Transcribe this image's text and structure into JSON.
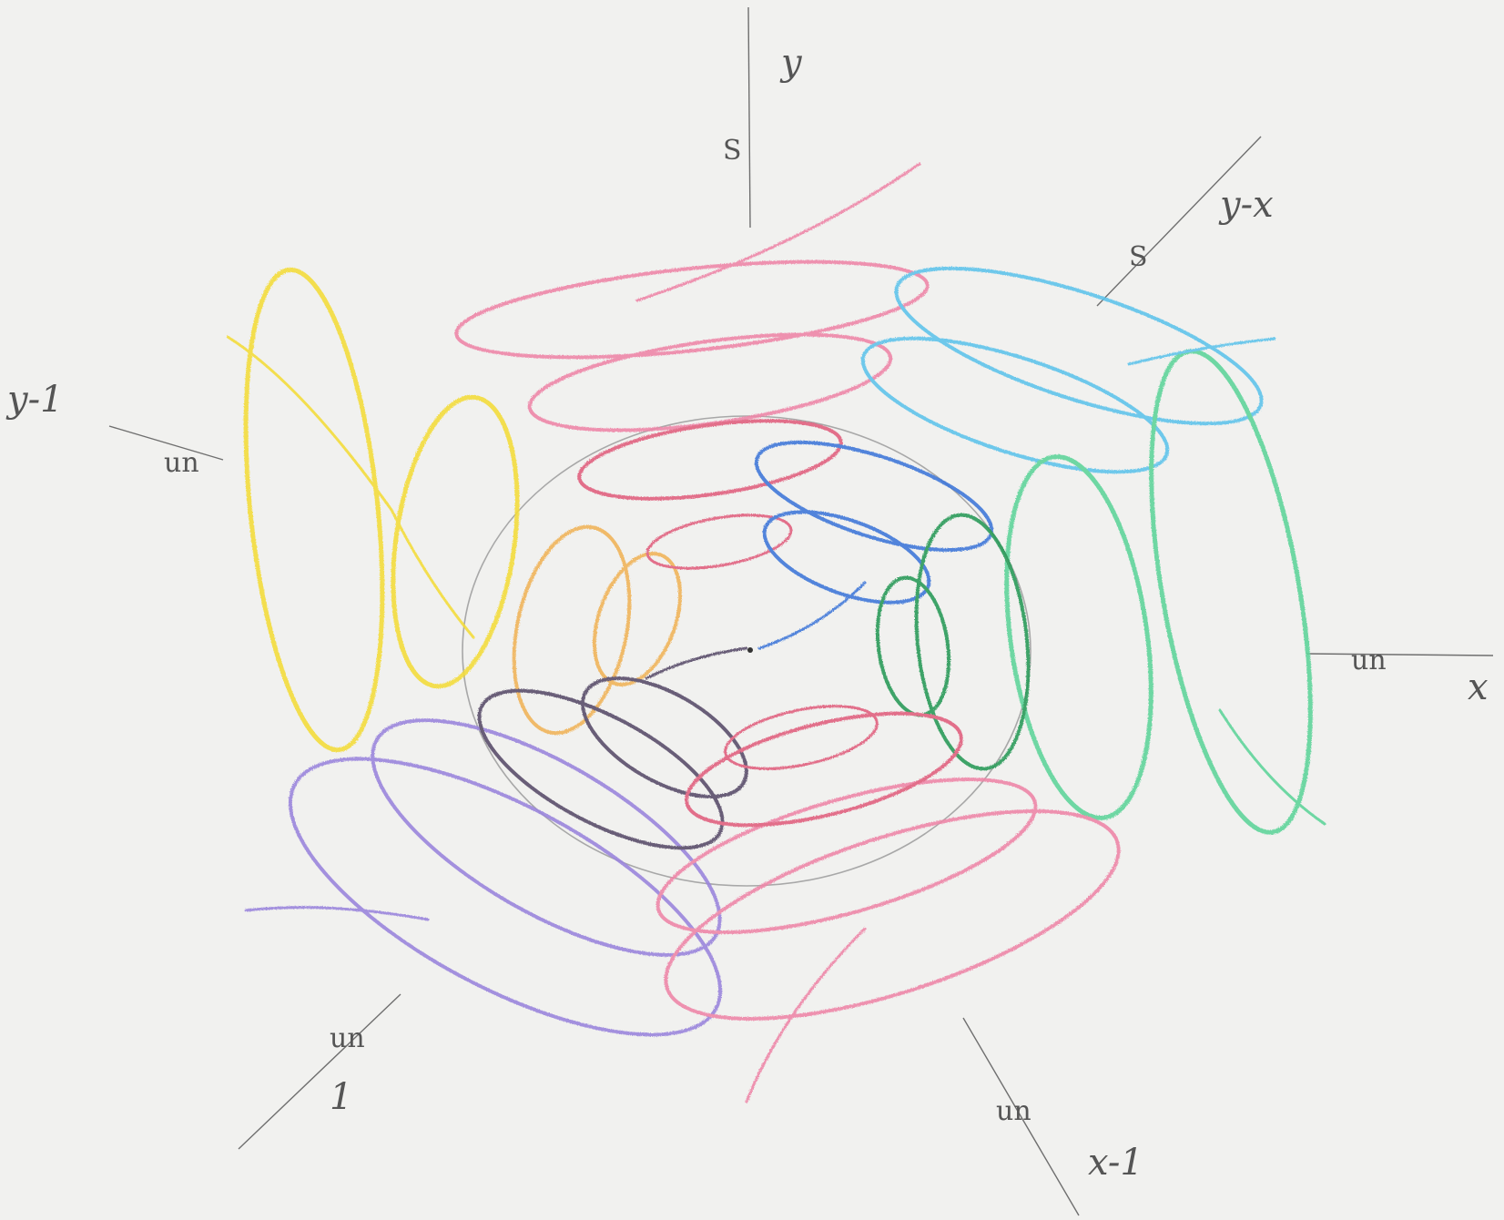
{
  "figure": {
    "colors": {
      "paper": "#f1f1ef",
      "axis": "#6f6f6f",
      "yellow": "#f3dc3a",
      "orange": "#f0b45a",
      "pink": "#ee86a8",
      "red_pink": "#e0607e",
      "cyan": "#5fc3ea",
      "blue": "#3f78d8",
      "green_light": "#5fd49a",
      "green_dark": "#2a9a58",
      "purple": "#9a85dc",
      "dark": "#5a4e6a",
      "circle": "#a8a8a8"
    },
    "axes": [
      {
        "name": "axis-y",
        "label": "y",
        "rotation_label": "S"
      },
      {
        "name": "axis-x",
        "label": "x",
        "rotation_label": "un"
      },
      {
        "name": "axis-y-x",
        "label": "y-x",
        "rotation_label": "S"
      },
      {
        "name": "axis-minus-y",
        "label": "y-1",
        "rotation_label": "un"
      },
      {
        "name": "axis-minus-x",
        "label": "x-1",
        "rotation_label": "un"
      },
      {
        "name": "axis-minus-y-minus-x",
        "label": "1",
        "rotation_label": "un"
      }
    ]
  }
}
